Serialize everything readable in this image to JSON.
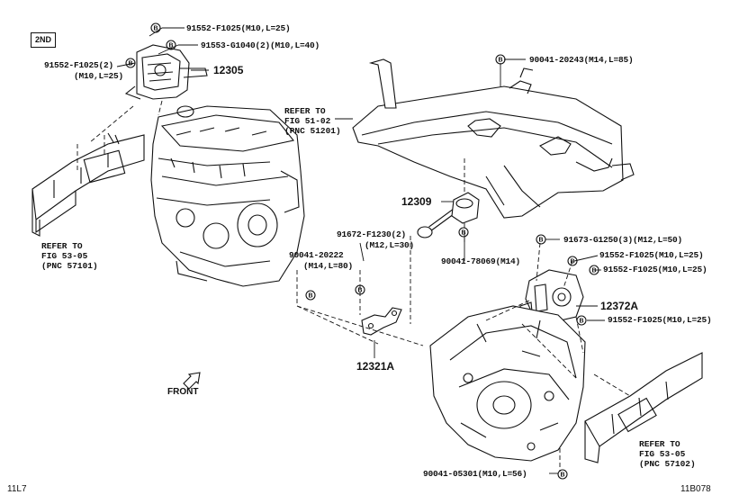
{
  "badge": "2ND",
  "corner_left": "11L7",
  "corner_right": "11B078",
  "front_label": "FRONT",
  "circle_letter": "B",
  "parts": {
    "p12305": "12305",
    "p12309": "12309",
    "p12372A": "12372A",
    "p12321A": "12321A"
  },
  "callouts": {
    "c1": "91552-F1025(M10,L=25)",
    "c2": "91553-G1040(2)(M10,L=40)",
    "c3a": "91552-F1025(2)",
    "c3b": "(M10,L=25)",
    "c4": "90041-20243(M14,L=85)",
    "c5a": "91672-F1230(2)",
    "c5b": "(M12,L=30)",
    "c6": "90041-78069(M14)",
    "c7a": "90041-20222",
    "c7b": "(M14,L=80)",
    "c8": "91673-G1250(3)(M12,L=50)",
    "c9": "91552-F1025(M10,L=25)",
    "c10": "91552-F1025(M10,L=25)",
    "c11": "91552-F1025(M10,L=25)",
    "c12": "90041-05301(M10,L=56)"
  },
  "refs": {
    "r1": [
      "REFER TO",
      "FIG 51-02",
      "(PNC 51201)"
    ],
    "r2": [
      "REFER TO",
      "FIG 53-05",
      "(PNC 57101)"
    ],
    "r3": [
      "REFER TO",
      "FIG 53-05",
      "(PNC 57102)"
    ]
  }
}
